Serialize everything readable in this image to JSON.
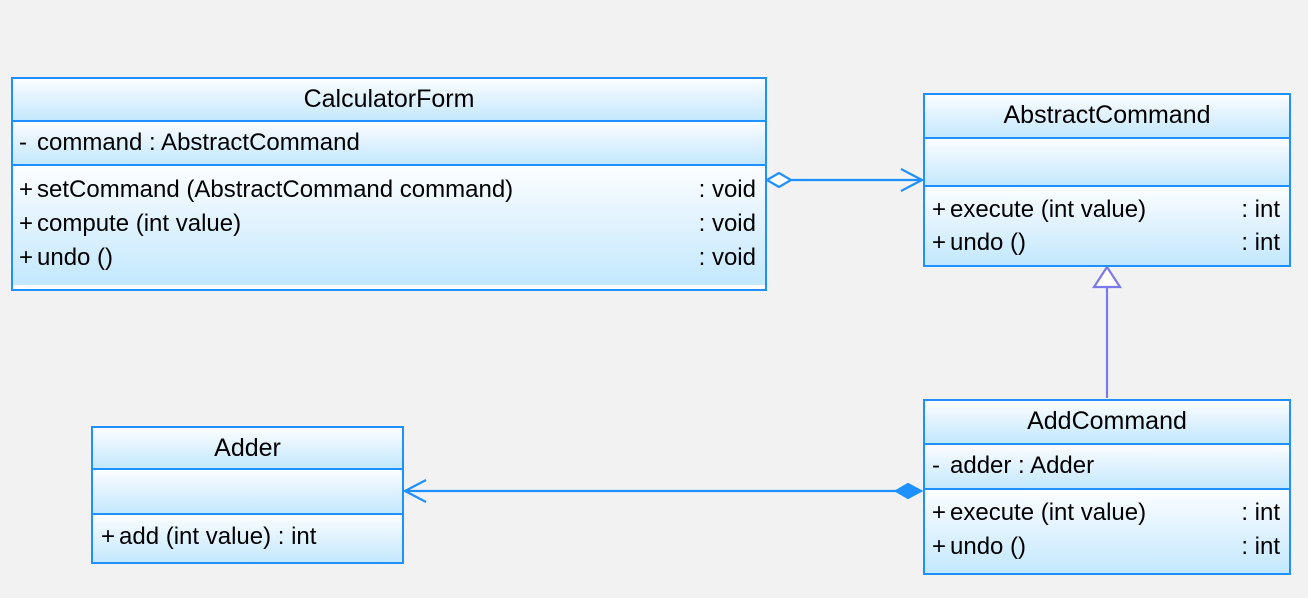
{
  "diagram": {
    "kind": "uml-class-diagram",
    "background_color": "#f2f2f2",
    "border_color": "#1e90ff",
    "fill_top_color": "#fcfeff",
    "fill_bottom_color": "#c3e8fd",
    "generalization_color": "#7b7be8",
    "association_color": "#1e90ff"
  },
  "classes": {
    "calculator_form": {
      "name": "CalculatorForm",
      "attributes": [
        {
          "visibility": "-",
          "signature": "command  : AbstractCommand",
          "type": ""
        }
      ],
      "operations": [
        {
          "visibility": "+",
          "signature": "setCommand (AbstractCommand command)",
          "type": ": void"
        },
        {
          "visibility": "+",
          "signature": "compute (int value)",
          "type": ": void"
        },
        {
          "visibility": "+",
          "signature": "undo ()",
          "type": ": void"
        }
      ]
    },
    "abstract_command": {
      "name": "AbstractCommand",
      "attributes": [],
      "operations": [
        {
          "visibility": "+",
          "signature": "execute (int value)",
          "type": ": int"
        },
        {
          "visibility": "+",
          "signature": "undo ()",
          "type": ": int"
        }
      ]
    },
    "adder": {
      "name": "Adder",
      "attributes": [],
      "operations": [
        {
          "visibility": "+",
          "signature": "add (int value)  : int",
          "type": ""
        }
      ]
    },
    "add_command": {
      "name": "AddCommand",
      "attributes": [
        {
          "visibility": "-",
          "signature": "adder  : Adder",
          "type": ""
        }
      ],
      "operations": [
        {
          "visibility": "+",
          "signature": "execute (int value)",
          "type": ": int"
        },
        {
          "visibility": "+",
          "signature": "undo ()",
          "type": ": int"
        }
      ]
    }
  },
  "relationships": [
    {
      "id": "aggregation-calculatorform-abstractcommand",
      "type": "aggregation",
      "source": "CalculatorForm",
      "target": "AbstractCommand",
      "source_decoration": "hollow-diamond",
      "target_decoration": "open-arrow",
      "color": "#1e90ff"
    },
    {
      "id": "generalization-addcommand-abstractcommand",
      "type": "generalization",
      "source": "AddCommand",
      "target": "AbstractCommand",
      "source_decoration": "none",
      "target_decoration": "hollow-triangle",
      "color": "#7b7be8"
    },
    {
      "id": "composition-addcommand-adder",
      "type": "composition",
      "source": "AddCommand",
      "target": "Adder",
      "source_decoration": "filled-diamond",
      "target_decoration": "open-arrow",
      "color": "#1e90ff"
    }
  ]
}
